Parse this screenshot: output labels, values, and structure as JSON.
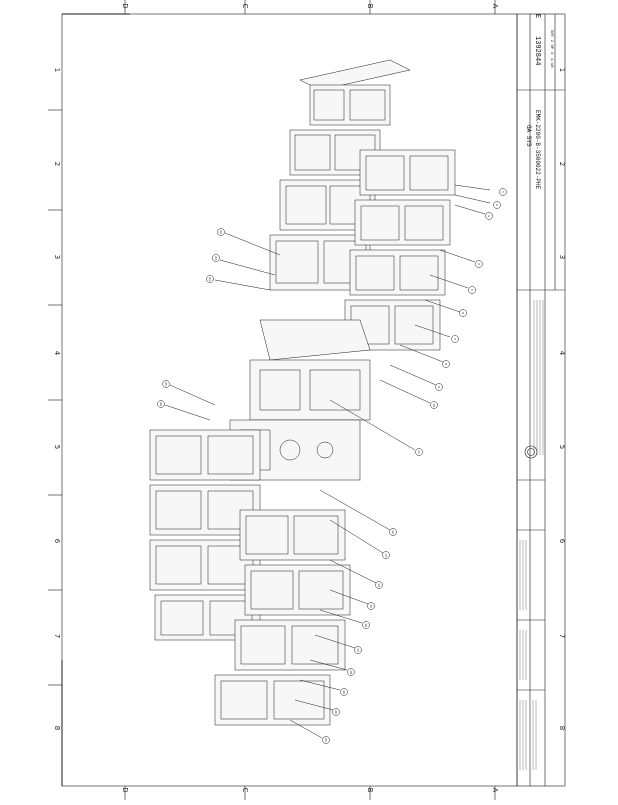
{
  "drawing": {
    "zones_top": [
      "D",
      "C",
      "B",
      "A"
    ],
    "zones_bottom": [
      "D",
      "C",
      "B",
      "A"
    ],
    "zones_side_left": [
      "1",
      "2",
      "3",
      "4",
      "5",
      "6",
      "7",
      "8"
    ],
    "zones_side_tb": [
      "1",
      "2",
      "3",
      "4",
      "5",
      "6",
      "7",
      "8"
    ],
    "title_block": {
      "drawing_number": "1392844",
      "rev_letter": "E",
      "title_line1": "GA SYS",
      "title_line2": "EMK-2200-B-3500022-PHE",
      "sheet": "SHT 2 OF 4",
      "scale": "1:16"
    },
    "balloons": [
      "1",
      "2",
      "3",
      "4",
      "5",
      "6",
      "7",
      "8",
      "9",
      "10",
      "11",
      "12",
      "13",
      "14",
      "15",
      "16",
      "17",
      "18",
      "19",
      "20",
      "21",
      "22",
      "23",
      "24",
      "25",
      "26",
      "27",
      "28",
      "29",
      "30"
    ]
  },
  "colors": {
    "line": "#1a1a1a",
    "paper": "#ffffff",
    "fill": "#f4f4f4"
  }
}
